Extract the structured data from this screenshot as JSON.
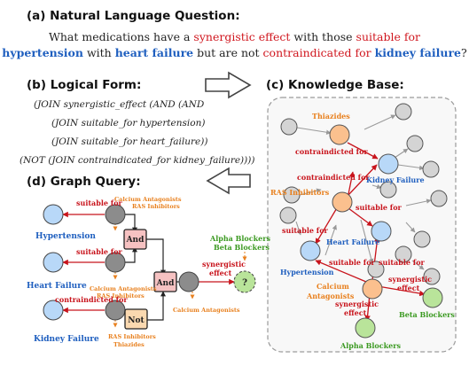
{
  "question": {
    "title": "(a) Natural Language Question:",
    "line1_a": "What medications have a ",
    "line1_red1": "synergistic effect",
    "line1_b": " with those ",
    "line1_red2": "suitable for",
    "line2_blue1": "hypertension",
    "line2_a": " with ",
    "line2_blue2": "heart failure",
    "line2_b": " but are not ",
    "line2_red": "contraindicated for",
    "line2_c": " ",
    "line2_blue3": "kidney failure",
    "line2_d": "?"
  },
  "logical_form": {
    "title": "(b) Logical Form:",
    "lines": [
      "(JOIN synergistic_effect (AND (AND",
      "(JOIN suitable_for hypertension)",
      "(JOIN suitable_for heart_failure))",
      "(NOT (JOIN contraindicated_for kidney_failure))))"
    ]
  },
  "knowledge_base": {
    "title": "(c) Knowledge Base:",
    "labels": {
      "thiazides": "Thiazides",
      "contraindicted_for_1": "contraindicted for",
      "kidney_failure": "Kidney Failure",
      "contraindicted_for_2": "contraindicted for",
      "ras_inhibitors": "RAS Inhibitors",
      "suitable_for_1": "suitable for",
      "heart_failure": "Heart Failure",
      "suitable_for_2": "suitable for",
      "hypertension": "Hypertension",
      "suitable_for_3": "suitable for",
      "suitable_for_4": "suitable for",
      "calcium": "Calcium",
      "antagonists": "Antagonists",
      "synergistic_1": "synergistic",
      "effect_1": "effect",
      "synergistic_2": "synergistic",
      "effect_2": "effect",
      "beta_blockers": "Beta Blockers",
      "alpha_blockers": "Alpha Blockers"
    }
  },
  "graph_query": {
    "title": "(d) Graph Query:",
    "labels": {
      "suitable_for_1": "suitable for",
      "calcium_antagonists_1": "Calcium Antagonists",
      "ras_inhibitors_1": "RAS Inhibitors",
      "hypertension": "Hypertension",
      "and_1": "And",
      "suitable_for_2": "suitable for",
      "heart_failure": "Heart Failure",
      "calcium_antagonists_2": "Calcium Antagonists",
      "ras_inhibitors_2": "RAS Inhibitors",
      "and_2": "And",
      "synergistic": "synergistic",
      "effect": "effect",
      "question_mark": "?",
      "alpha_blockers": "Alpha Blockers",
      "beta_blockers": "Beta Blockers",
      "contraindicted_for": "contraindicted for",
      "not": "Not",
      "calcium_antagonists_3": "Calcium Antagonists",
      "kidney_failure": "Kidney Failure",
      "ras_inhibitors_3": "RAS Inhibitors",
      "thiazides": "Thiazides"
    }
  },
  "colors": {
    "blue_node": "#b8d8f8",
    "orange_node": "#fbc08e",
    "green_node": "#b9e49a",
    "gray_node": "#d4d4d4",
    "dark_node": "#8c8c8c",
    "red_edge": "#c8141c",
    "entity_blue": "#1f5fbf",
    "orange_text": "#e8801e",
    "green_text": "#3c9a22",
    "op_box": "#f6c2c2"
  }
}
